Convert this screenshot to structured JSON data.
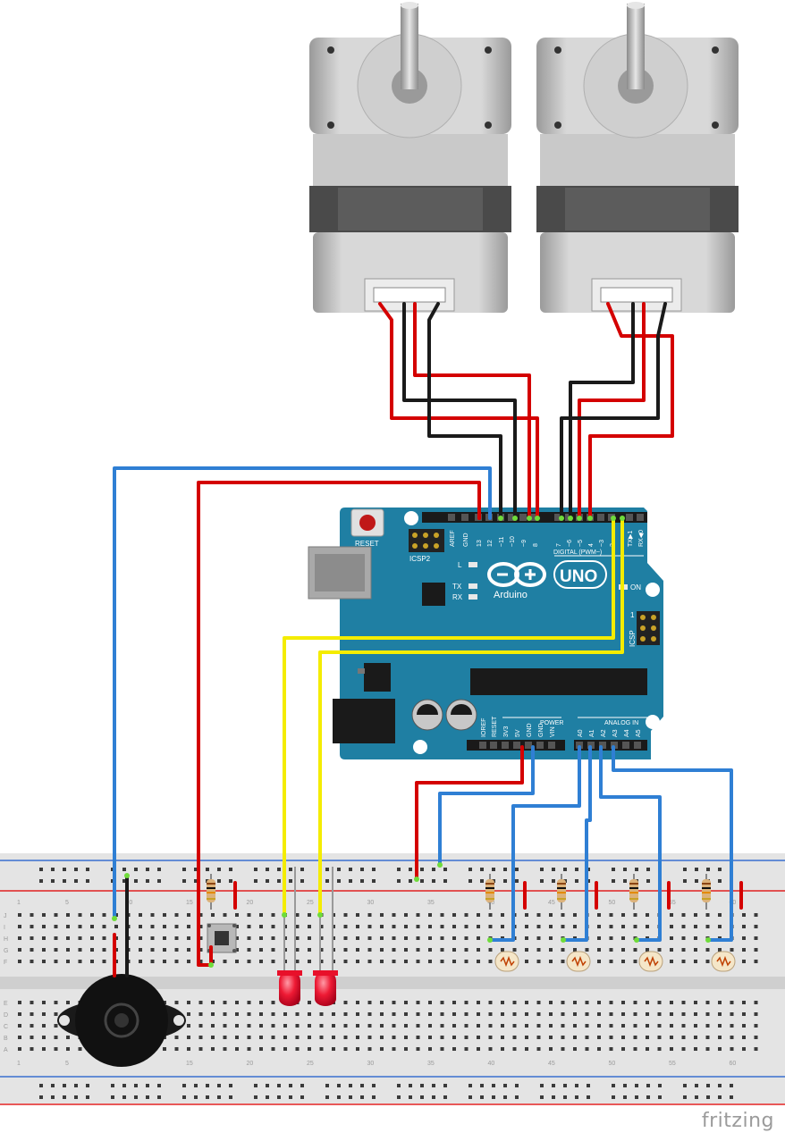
{
  "arduino": {
    "model_label": "UNO",
    "brand_label": "Arduino",
    "reset_label": "RESET",
    "icsp2_label": "ICSP2",
    "icsp_label": "ICSP",
    "led_l_label": "L",
    "led_tx_label": "TX",
    "led_rx_label": "RX",
    "on_label": "ON",
    "digital_label": "DIGITAL (PWM~)",
    "power_label": "POWER",
    "analog_label": "ANALOG IN",
    "icsp_pin1_label": "1",
    "top_pins": [
      "AREF",
      "GND",
      "13",
      "12",
      "~11",
      "~10",
      "~9",
      "8",
      "7",
      "~6",
      "~5",
      "4",
      "~3",
      "2",
      "TX▶1",
      "RX◀0"
    ],
    "power_pins": [
      "IOREF",
      "RESET",
      "3V3",
      "5V",
      "GND",
      "GND",
      "VIN"
    ],
    "analog_pins": [
      "A0",
      "A1",
      "A2",
      "A3",
      "A4",
      "A5"
    ]
  },
  "breadboard": {
    "column_numbers": [
      "1",
      "5",
      "10",
      "15",
      "20",
      "25",
      "30",
      "35",
      "40",
      "45",
      "50",
      "55",
      "60"
    ],
    "row_letters_top": [
      "J",
      "I",
      "H",
      "G",
      "F"
    ],
    "row_letters_bottom": [
      "E",
      "D",
      "C",
      "B",
      "A"
    ]
  },
  "components": {
    "stepper_motors": 2,
    "photoresistors": 4,
    "resistors": 5,
    "leds": 2,
    "pushbuttons": 1,
    "buzzers": 1
  },
  "colors": {
    "board": "#1f7fa3",
    "wire_red": "#d40000",
    "wire_black": "#1a1a1a",
    "wire_blue": "#2f7fd4",
    "wire_yellow": "#f4ec00",
    "led": "#e8102a"
  },
  "watermark": "fritzing"
}
